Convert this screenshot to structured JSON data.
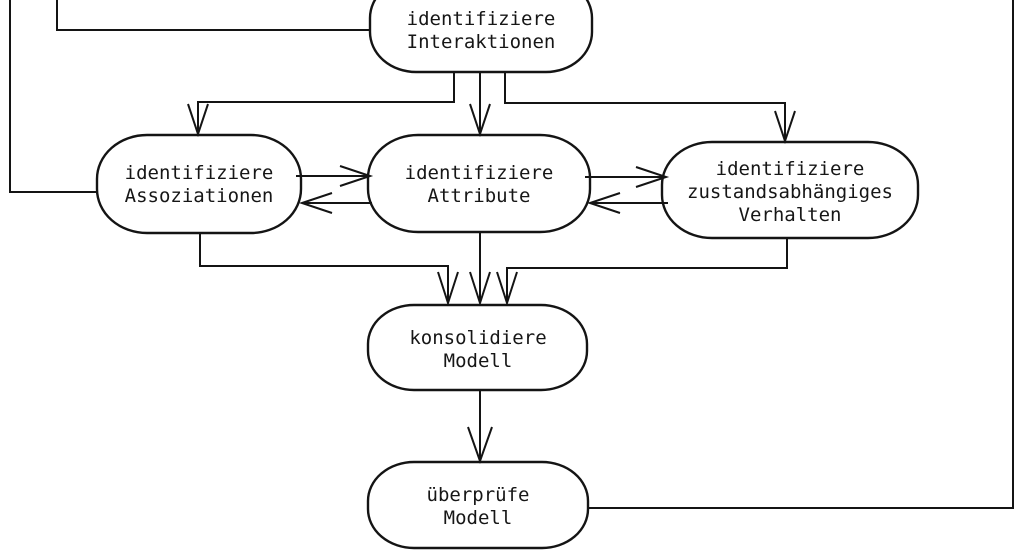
{
  "diagram": {
    "language": "de",
    "colors": {
      "background": "#ffffff",
      "stroke": "#141414",
      "node_fill": "#ffffff",
      "text": "#161616"
    },
    "nodes": [
      {
        "id": "identifiziere-interaktionen",
        "lines": [
          "identifiziere",
          "Interaktionen"
        ]
      },
      {
        "id": "identifiziere-assoziationen",
        "lines": [
          "identifiziere",
          "Assoziationen"
        ]
      },
      {
        "id": "identifiziere-attribute",
        "lines": [
          "identifiziere",
          "Attribute"
        ]
      },
      {
        "id": "identifiziere-zustandsabhaengiges-verhalten",
        "lines": [
          "identifiziere",
          "zustandsabhängiges",
          "Verhalten"
        ]
      },
      {
        "id": "konsolidiere-modell",
        "lines": [
          "konsolidiere",
          "Modell"
        ]
      },
      {
        "id": "ueberpruefe-modell",
        "lines": [
          "überprüfe",
          "Modell"
        ]
      }
    ],
    "edges": [
      {
        "id": "feedback-left-inner",
        "from": "offscreen-top",
        "to": "identifiziere-interaktionen",
        "arrowhead": false
      },
      {
        "id": "feedback-left-outer",
        "from": "offscreen-top",
        "to": "identifiziere-assoziationen",
        "arrowhead": false
      },
      {
        "id": "interaktionen-to-assoziationen",
        "from": "identifiziere-interaktionen",
        "to": "identifiziere-assoziationen",
        "arrowhead": true
      },
      {
        "id": "interaktionen-to-attribute",
        "from": "identifiziere-interaktionen",
        "to": "identifiziere-attribute",
        "arrowhead": true
      },
      {
        "id": "interaktionen-to-verhalten",
        "from": "identifiziere-interaktionen",
        "to": "identifiziere-zustandsabhaengiges-verhalten",
        "arrowhead": true
      },
      {
        "id": "assoziationen-to-attribute",
        "from": "identifiziere-assoziationen",
        "to": "identifiziere-attribute",
        "arrowhead": true
      },
      {
        "id": "attribute-to-assoziationen",
        "from": "identifiziere-attribute",
        "to": "identifiziere-assoziationen",
        "arrowhead": true
      },
      {
        "id": "attribute-to-verhalten",
        "from": "identifiziere-attribute",
        "to": "identifiziere-zustandsabhaengiges-verhalten",
        "arrowhead": true
      },
      {
        "id": "verhalten-to-attribute",
        "from": "identifiziere-zustandsabhaengiges-verhalten",
        "to": "identifiziere-attribute",
        "arrowhead": true
      },
      {
        "id": "assoziationen-to-konsolidiere",
        "from": "identifiziere-assoziationen",
        "to": "konsolidiere-modell",
        "arrowhead": true
      },
      {
        "id": "attribute-to-konsolidiere",
        "from": "identifiziere-attribute",
        "to": "konsolidiere-modell",
        "arrowhead": true
      },
      {
        "id": "verhalten-to-konsolidiere",
        "from": "identifiziere-zustandsabhaengiges-verhalten",
        "to": "konsolidiere-modell",
        "arrowhead": true
      },
      {
        "id": "konsolidiere-to-ueberpruefe",
        "from": "konsolidiere-modell",
        "to": "ueberpruefe-modell",
        "arrowhead": true
      },
      {
        "id": "ueberpruefe-feedback-out",
        "from": "ueberpruefe-modell",
        "to": "offscreen-top",
        "arrowhead": false
      }
    ]
  }
}
